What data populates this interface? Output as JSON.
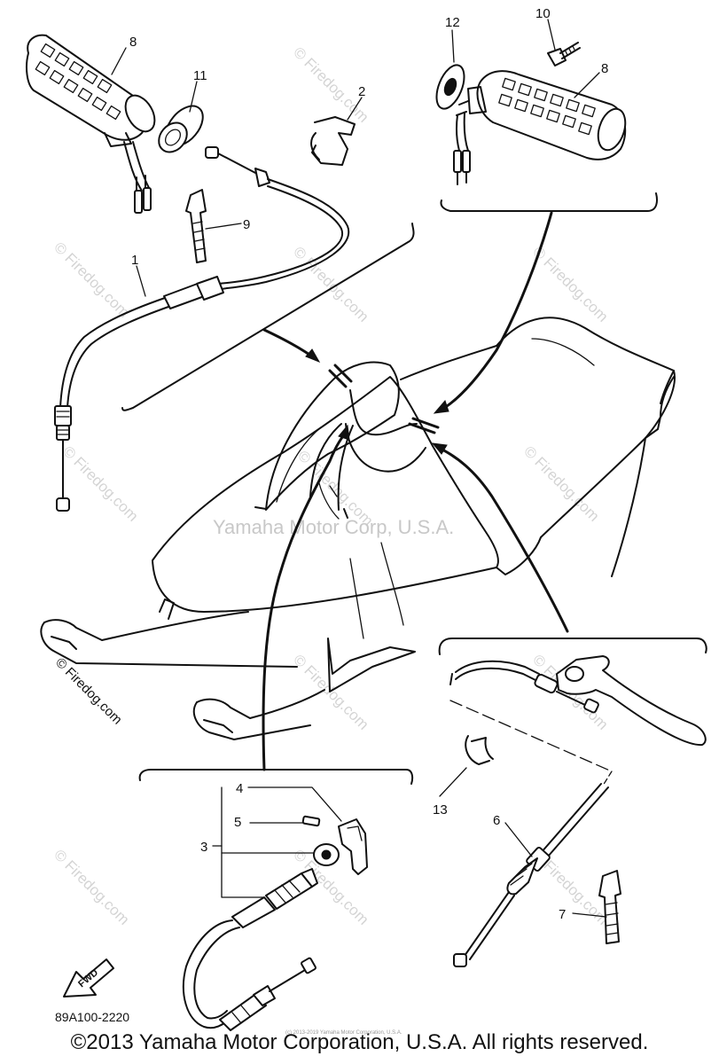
{
  "diagram": {
    "callouts": {
      "c1": "1",
      "c2": "2",
      "c3": "3",
      "c4": "4",
      "c5": "5",
      "c6": "6",
      "c7": "7",
      "c8a": "8",
      "c8b": "8",
      "c9": "9",
      "c10": "10",
      "c11": "11",
      "c12": "12",
      "c13": "13"
    },
    "part_code": "89A100-2220",
    "fwd_label": "FWD",
    "watermarks": {
      "center": "Yamaha Motor Corp, U.S.A.",
      "site": "© Firedog.com"
    },
    "fine_print": "(c) 2013-2019 Yamaha Motor Corporation, U.S.A.",
    "copyright": "©2013 Yamaha Motor Corporation, U.S.A. All rights reserved."
  }
}
